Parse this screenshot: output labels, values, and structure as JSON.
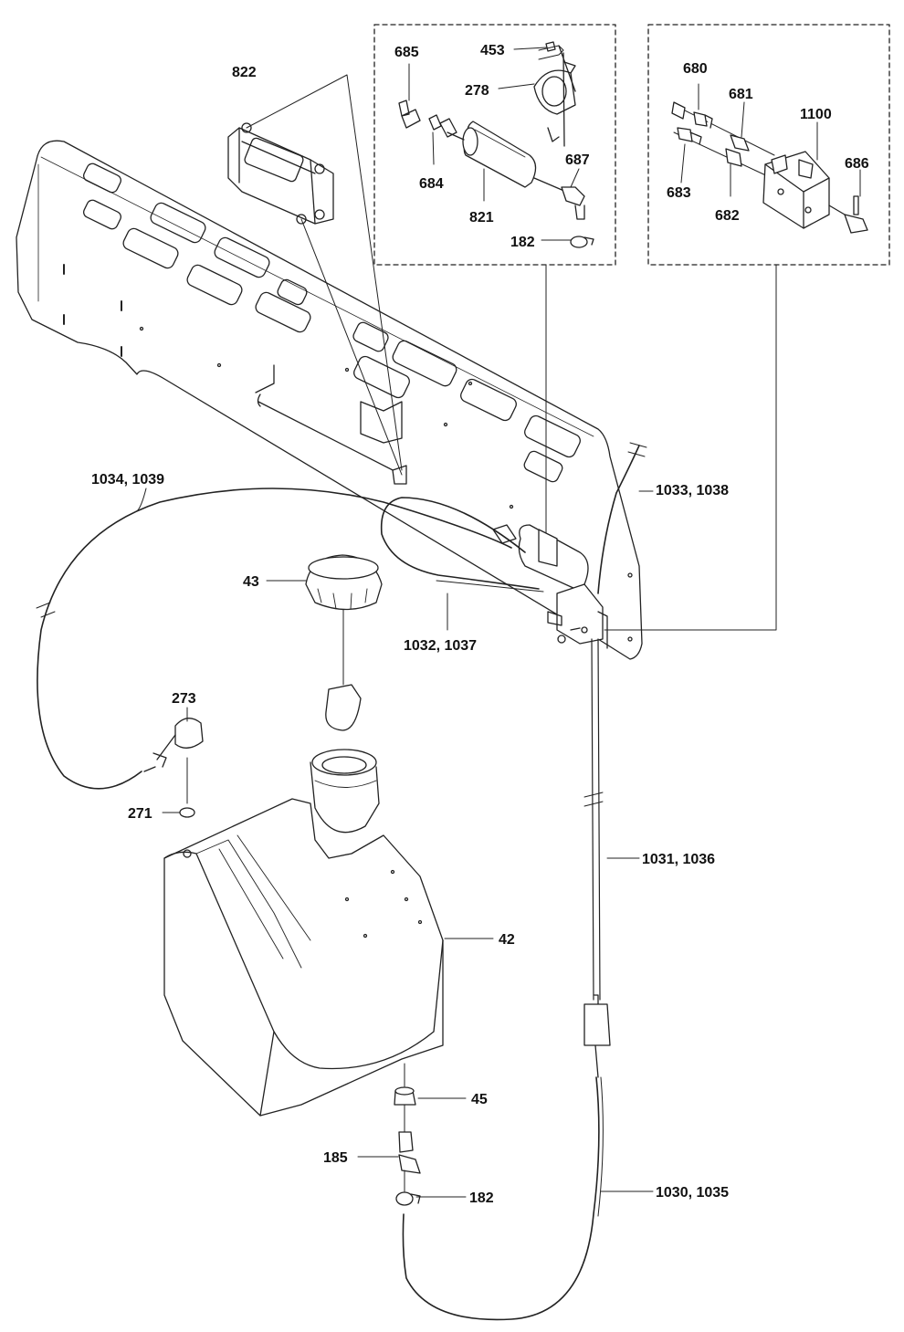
{
  "diagram": {
    "callouts": {
      "p822": "822",
      "p685": "685",
      "p453": "453",
      "p278": "278",
      "p684": "684",
      "p821": "821",
      "p687": "687",
      "p182a": "182",
      "p680": "680",
      "p681": "681",
      "p1100": "1100",
      "p686": "686",
      "p683": "683",
      "p682": "682",
      "p1034_1039": "1034, 1039",
      "p1033_1038": "1033, 1038",
      "p43": "43",
      "p1032_1037": "1032, 1037",
      "p273": "273",
      "p271": "271",
      "p1031_1036": "1031, 1036",
      "p42": "42",
      "p45": "45",
      "p185": "185",
      "p182b": "182",
      "p1030_1035": "1030, 1035"
    },
    "colors": {
      "line": "#222222",
      "fill": "#ffffff",
      "shade": "#e8e8e8"
    }
  }
}
